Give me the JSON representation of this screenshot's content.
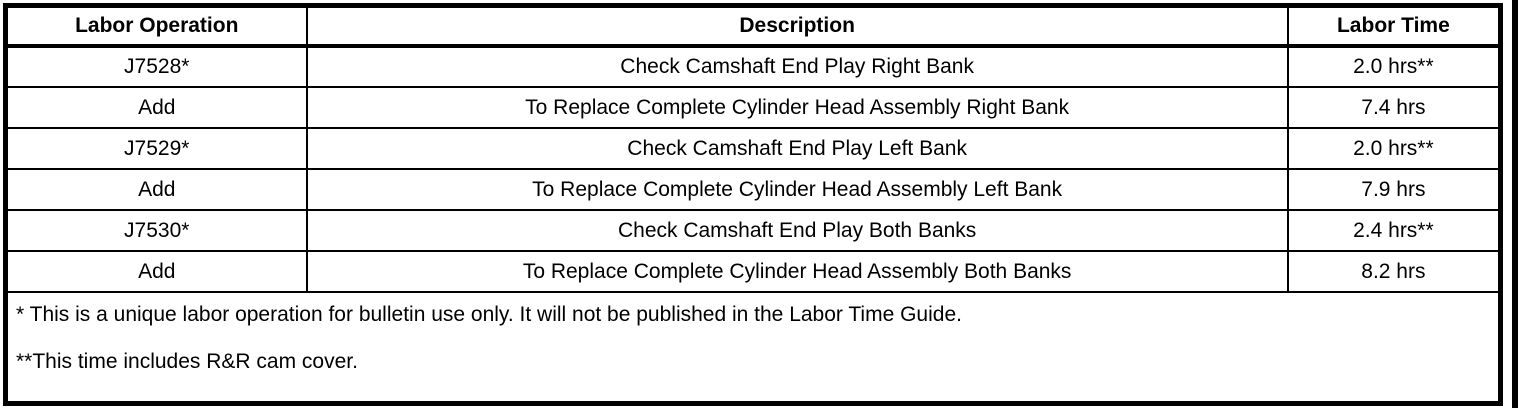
{
  "table": {
    "headers": [
      "Labor Operation",
      "Description",
      "Labor Time"
    ],
    "rows": [
      {
        "operation": "J7528*",
        "description": "Check Camshaft End Play Right Bank",
        "time": "2.0 hrs**"
      },
      {
        "operation": "Add",
        "description": "To Replace Complete Cylinder Head Assembly Right Bank",
        "time": "7.4 hrs"
      },
      {
        "operation": "J7529*",
        "description": "Check Camshaft End Play Left Bank",
        "time": "2.0 hrs**"
      },
      {
        "operation": "Add",
        "description": "To Replace Complete Cylinder Head Assembly Left Bank",
        "time": "7.9 hrs"
      },
      {
        "operation": "J7530*",
        "description": "Check Camshaft End Play Both Banks",
        "time": "2.4 hrs**"
      },
      {
        "operation": "Add",
        "description": "To Replace Complete Cylinder Head Assembly Both Banks",
        "time": "8.2 hrs"
      }
    ],
    "notes": [
      "* This is a unique labor operation for bulletin use only. It will not be published in the Labor Time Guide.",
      "**This time includes R&R cam cover."
    ]
  },
  "colors": {
    "text": "#000000",
    "border": "#000000",
    "background": "#ffffff"
  }
}
